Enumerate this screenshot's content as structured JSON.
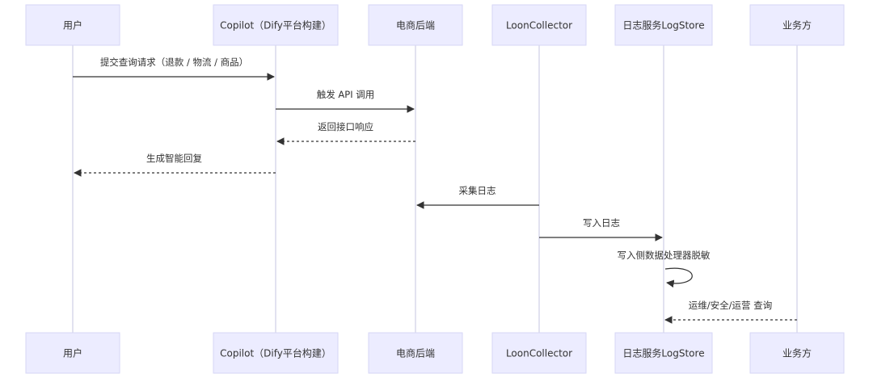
{
  "participants": [
    {
      "id": "user",
      "label": "用户"
    },
    {
      "id": "copilot",
      "label": "Copilot（Dify平台构建）"
    },
    {
      "id": "backend",
      "label": "电商后端"
    },
    {
      "id": "loon",
      "label": "LoonCollector"
    },
    {
      "id": "logstore",
      "label": "日志服务LogStore"
    },
    {
      "id": "biz",
      "label": "业务方"
    }
  ],
  "messages": [
    {
      "from": "user",
      "to": "copilot",
      "label": "提交查询请求（退款 / 物流 / 商品）",
      "style": "solid"
    },
    {
      "from": "copilot",
      "to": "backend",
      "label": "触发 API 调用",
      "style": "solid"
    },
    {
      "from": "backend",
      "to": "copilot",
      "label": "返回接口响应",
      "style": "dashed"
    },
    {
      "from": "copilot",
      "to": "user",
      "label": "生成智能回复",
      "style": "dashed"
    },
    {
      "from": "loon",
      "to": "backend",
      "label": "采集日志",
      "style": "solid"
    },
    {
      "from": "loon",
      "to": "logstore",
      "label": "写入日志",
      "style": "solid"
    },
    {
      "from": "logstore",
      "to": "logstore",
      "label": "写入侧数据处理器脱敏",
      "style": "solid"
    },
    {
      "from": "biz",
      "to": "logstore",
      "label": "运维/安全/运营 查询",
      "style": "dashed"
    }
  ]
}
